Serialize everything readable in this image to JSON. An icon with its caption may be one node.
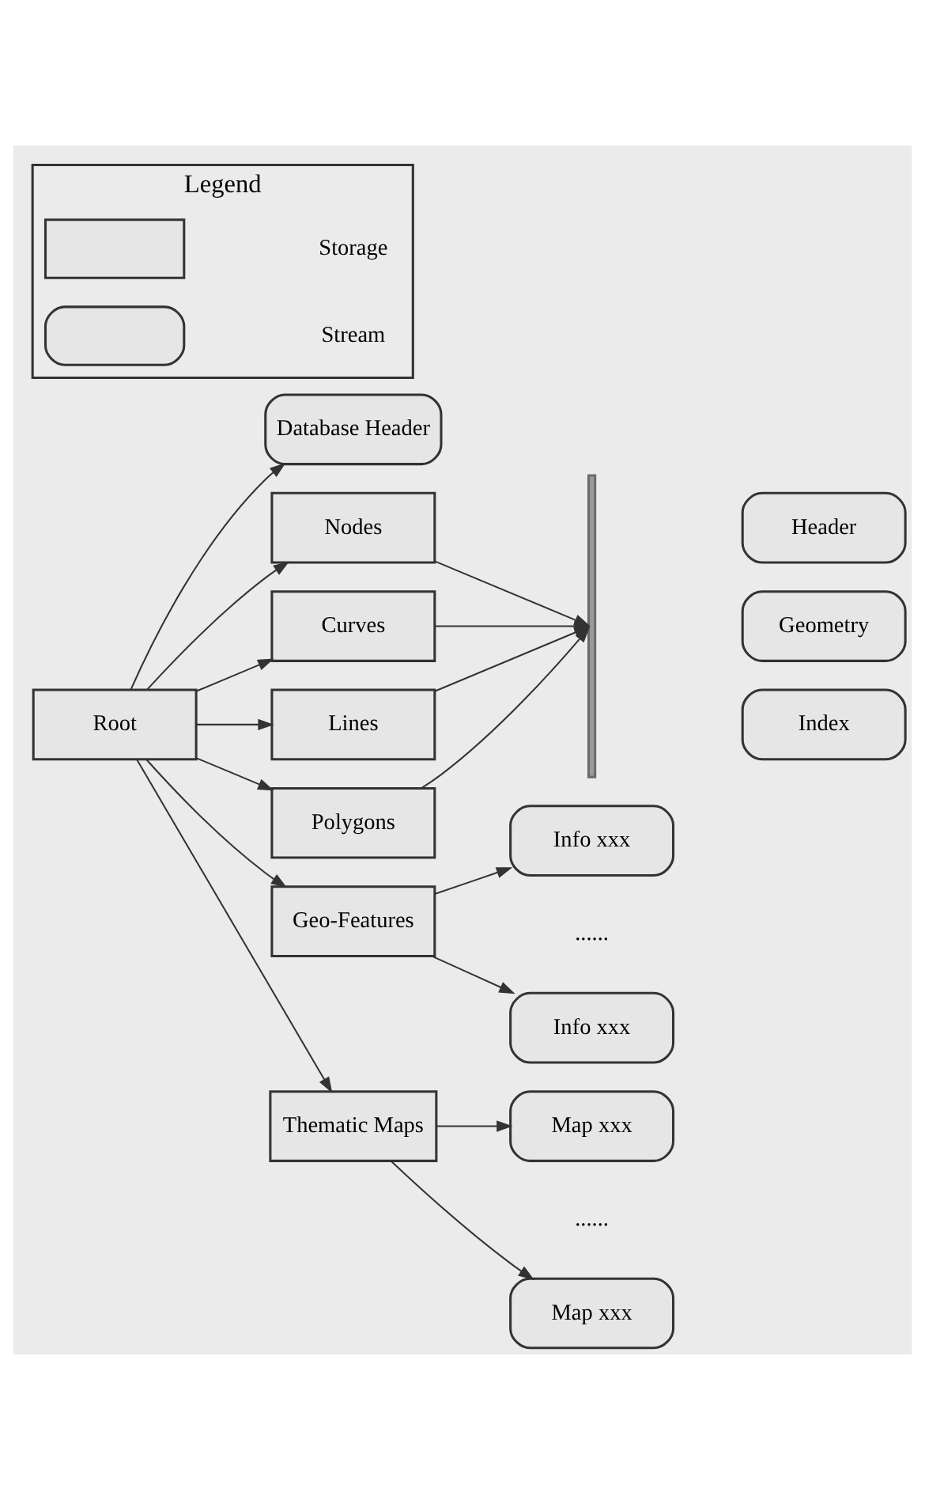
{
  "diagram": {
    "nodes": [
      {
        "text": [
          "Root"
        ]
      },
      {
        "text": [
          "Database Header"
        ]
      },
      {
        "text": [
          "Nodes"
        ]
      },
      {
        "text": [
          "Curves"
        ]
      },
      {
        "text": [
          "Lines"
        ]
      },
      {
        "text": [
          "Polygons"
        ]
      },
      {
        "text": [
          "Geo-Features"
        ]
      },
      {
        "text": [
          "Thematic Maps"
        ]
      },
      {
        "text": [],
        "shape": "brace"
      },
      {
        "text": [
          "Header"
        ]
      },
      {
        "text": [
          "Geometry"
        ]
      },
      {
        "text": [
          "Index"
        ]
      },
      {
        "text": [
          "Info xxx"
        ]
      },
      {
        "text": [
          "Info xxx"
        ]
      },
      {
        "text": [
          "Map xxx"
        ]
      },
      {
        "text": [
          "Map xxx"
        ]
      },
      {
        "text": [
          "Legend"
        ]
      },
      {
        "text": [],
        "shape": "box",
        "in": 16
      },
      {
        "text": [],
        "shape": "stream",
        "in": 16
      }
    ],
    "edges": [
      {
        "from": 0,
        "to": 1,
        "arrow": "to"
      },
      {
        "from": 0,
        "to": 2,
        "arrow": "to"
      },
      {
        "from": 0,
        "to": 3,
        "arrow": "to"
      },
      {
        "from": 0,
        "to": 4,
        "arrow": "to"
      },
      {
        "from": 0,
        "to": 5,
        "arrow": "to"
      },
      {
        "from": 0,
        "to": 6,
        "arrow": "to"
      },
      {
        "from": 0,
        "to": 7,
        "arrow": "to"
      },
      {
        "from": 2,
        "to": 8,
        "arrow": "to"
      },
      {
        "from": 3,
        "to": 8,
        "arrow": "to"
      },
      {
        "from": 4,
        "to": 8,
        "arrow": "to"
      },
      {
        "from": 5,
        "to": 8,
        "arrow": "to"
      },
      {
        "from": 6,
        "to": 12,
        "arrow": "to"
      },
      {
        "from": 6,
        "to": 13,
        "arrow": "to"
      },
      {
        "from": 7,
        "to": 14,
        "arrow": "to"
      },
      {
        "from": 7,
        "to": 15,
        "arrow": "to"
      }
    ],
    "labels": [
      "......",
      "......"
    ],
    "legend": [
      {
        "text": "Storage"
      },
      {
        "text": "Stream"
      }
    ]
  }
}
